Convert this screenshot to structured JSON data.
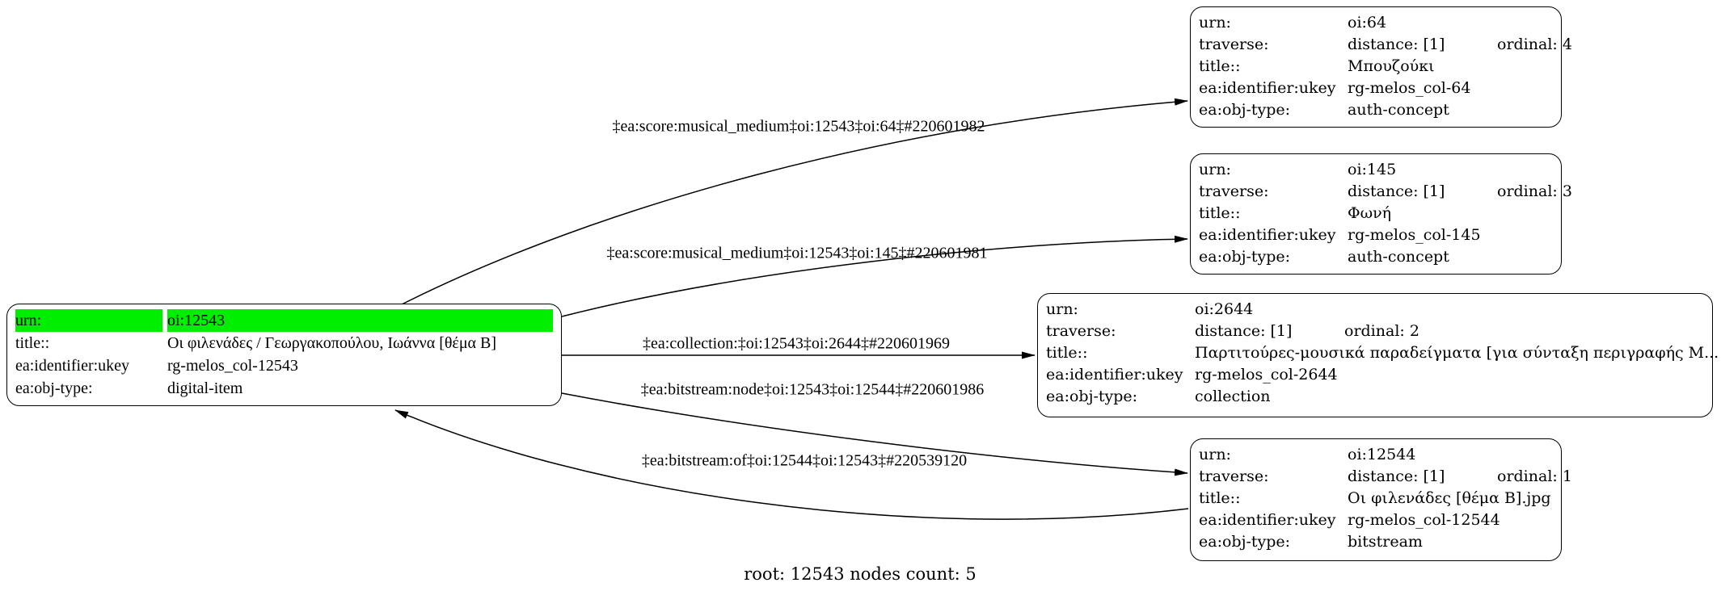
{
  "caption": "root: 12543 nodes count: 5",
  "colors": {
    "highlight": "#00ee00",
    "edge": "#000000",
    "node_border": "#000000"
  },
  "nodes": [
    {
      "id": "oi:12543",
      "rows": [
        {
          "label": "urn:",
          "value": "oi:12543"
        },
        {
          "label": "title::",
          "value": "Οι φιλενάδες / Γεωργακοπούλου, Ιωάννα [θέμα Β]"
        },
        {
          "label": "ea:identifier:ukey",
          "value": "rg-melos_col-12543"
        },
        {
          "label": "ea:obj-type:",
          "value": "digital-item"
        }
      ]
    },
    {
      "id": "oi:64",
      "rows": [
        {
          "label": "urn:",
          "value": "oi:64"
        },
        {
          "label": "traverse:",
          "value": "distance: [1]",
          "value2": "ordinal: 4"
        },
        {
          "label": "title::",
          "value": "Μπουζούκι"
        },
        {
          "label": "ea:identifier:ukey",
          "value": "rg-melos_col-64"
        },
        {
          "label": "ea:obj-type:",
          "value": "auth-concept"
        }
      ]
    },
    {
      "id": "oi:145",
      "rows": [
        {
          "label": "urn:",
          "value": "oi:145"
        },
        {
          "label": "traverse:",
          "value": "distance: [1]",
          "value2": "ordinal: 3"
        },
        {
          "label": "title::",
          "value": "Φωνή"
        },
        {
          "label": "ea:identifier:ukey",
          "value": "rg-melos_col-145"
        },
        {
          "label": "ea:obj-type:",
          "value": "auth-concept"
        }
      ]
    },
    {
      "id": "oi:2644",
      "rows": [
        {
          "label": "urn:",
          "value": "oi:2644"
        },
        {
          "label": "traverse:",
          "value": "distance: [1]",
          "value2": "ordinal: 2"
        },
        {
          "label": "title::",
          "value": "Παρτιτούρες-μουσικά παραδείγματα [για σύνταξη περιγραφής Μ..."
        },
        {
          "label": "ea:identifier:ukey",
          "value": "rg-melos_col-2644"
        },
        {
          "label": "ea:obj-type:",
          "value": "collection"
        }
      ]
    },
    {
      "id": "oi:12544",
      "rows": [
        {
          "label": "urn:",
          "value": "oi:12544"
        },
        {
          "label": "traverse:",
          "value": "distance: [1]",
          "value2": "ordinal: 1"
        },
        {
          "label": "title::",
          "value": "Οι φιλενάδες [θέμα Β].jpg"
        },
        {
          "label": "ea:identifier:ukey",
          "value": "rg-melos_col-12544"
        },
        {
          "label": "ea:obj-type:",
          "value": "bitstream"
        }
      ]
    }
  ],
  "edges": [
    {
      "label": "‡ea:score:musical_medium‡oi:12543‡oi:64‡#220601982"
    },
    {
      "label": "‡ea:score:musical_medium‡oi:12543‡oi:145‡#220601981"
    },
    {
      "label": "‡ea:collection:‡oi:12543‡oi:2644‡#220601969"
    },
    {
      "label": "‡ea:bitstream:node‡oi:12543‡oi:12544‡#220601986"
    },
    {
      "label": "‡ea:bitstream:of‡oi:12544‡oi:12543‡#220539120"
    }
  ]
}
